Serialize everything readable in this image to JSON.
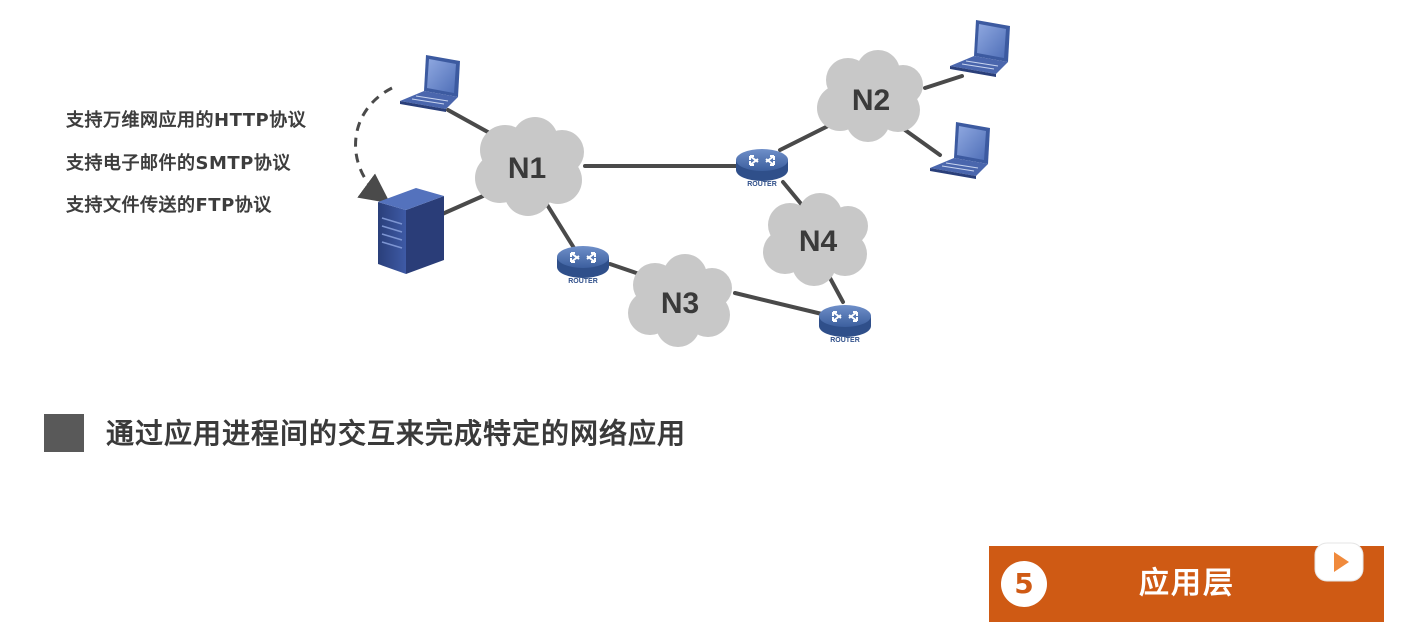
{
  "diagram": {
    "networks": [
      {
        "id": "n1",
        "label": "N1"
      },
      {
        "id": "n2",
        "label": "N2"
      },
      {
        "id": "n3",
        "label": "N3"
      },
      {
        "id": "n4",
        "label": "N4"
      }
    ],
    "router_label": "ROUTER",
    "protocols": [
      "支持万维网应用的HTTP协议",
      "支持电子邮件的SMTP协议",
      "支持文件传送的FTP协议"
    ]
  },
  "main_point": "通过应用进程间的交互来完成特定的网络应用",
  "layer_badge": {
    "number": "5",
    "name": "应用层"
  },
  "colors": {
    "cloud": "#c8c8c8",
    "router": "#3e63a3",
    "badge": "#cf5a14",
    "link": "#4a4a4a"
  }
}
